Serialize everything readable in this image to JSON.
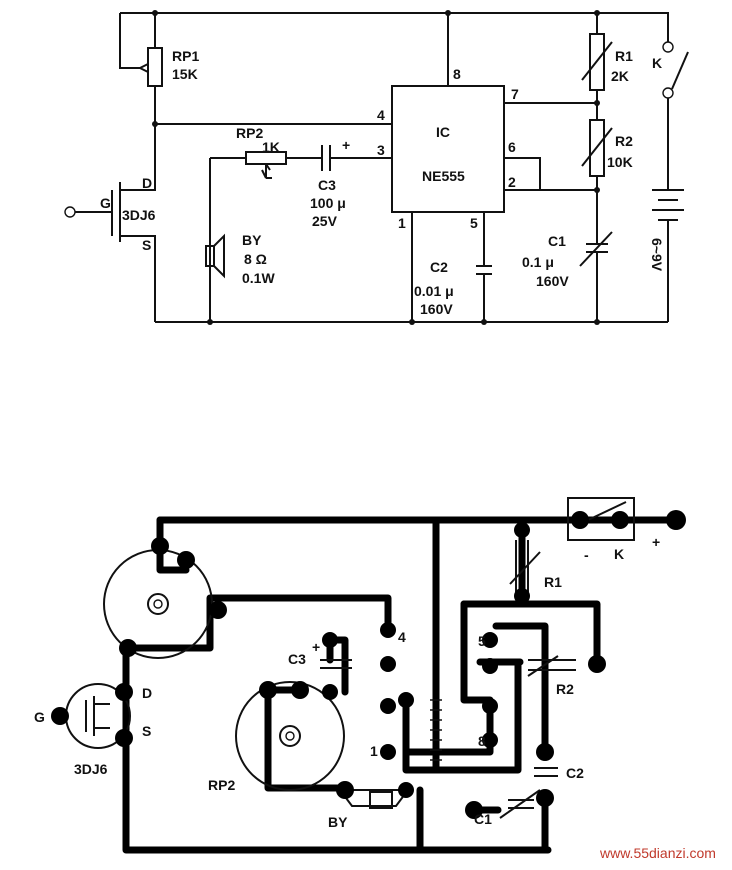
{
  "schematic": {
    "ic_ref": "IC",
    "ic_part": "NE555",
    "pin_numbers": [
      "1",
      "2",
      "3",
      "4",
      "5",
      "6",
      "7",
      "8"
    ],
    "rp1_ref": "RP1",
    "rp1_val": "15K",
    "rp2_ref": "RP2",
    "rp2_val": "1K",
    "r1_ref": "R1",
    "r1_val": "2K",
    "r2_ref": "R2",
    "r2_val": "10K",
    "c3_ref": "C3",
    "c3_val1": "100 μ",
    "c3_val2": "25V",
    "c3_plus": "+",
    "c2_ref": "C2",
    "c2_val1": "0.01 μ",
    "c2_val2": "160V",
    "c1_ref": "C1",
    "c1_val1": "0.1 μ",
    "c1_val2": "160V",
    "by_ref": "BY",
    "by_val1": "8 Ω",
    "by_val2": "0.1W",
    "fet_part": "3DJ6",
    "fet_g": "G",
    "fet_d": "D",
    "fet_s": "S",
    "switch_ref": "K",
    "supply": "6~9V"
  },
  "layout_board": {
    "k": "K",
    "plus": "+",
    "minus": "-",
    "r1": "R1",
    "r2": "R2",
    "c1": "C1",
    "c2": "C2",
    "c3": "C3",
    "c3_plus": "+",
    "rp2": "RP2",
    "by": "BY",
    "fet": "3DJ6",
    "g": "G",
    "d": "D",
    "s": "S",
    "pin4": "4",
    "pin5": "5",
    "pin1": "1",
    "pin8": "8"
  },
  "watermark": "www.55dianzi.com"
}
